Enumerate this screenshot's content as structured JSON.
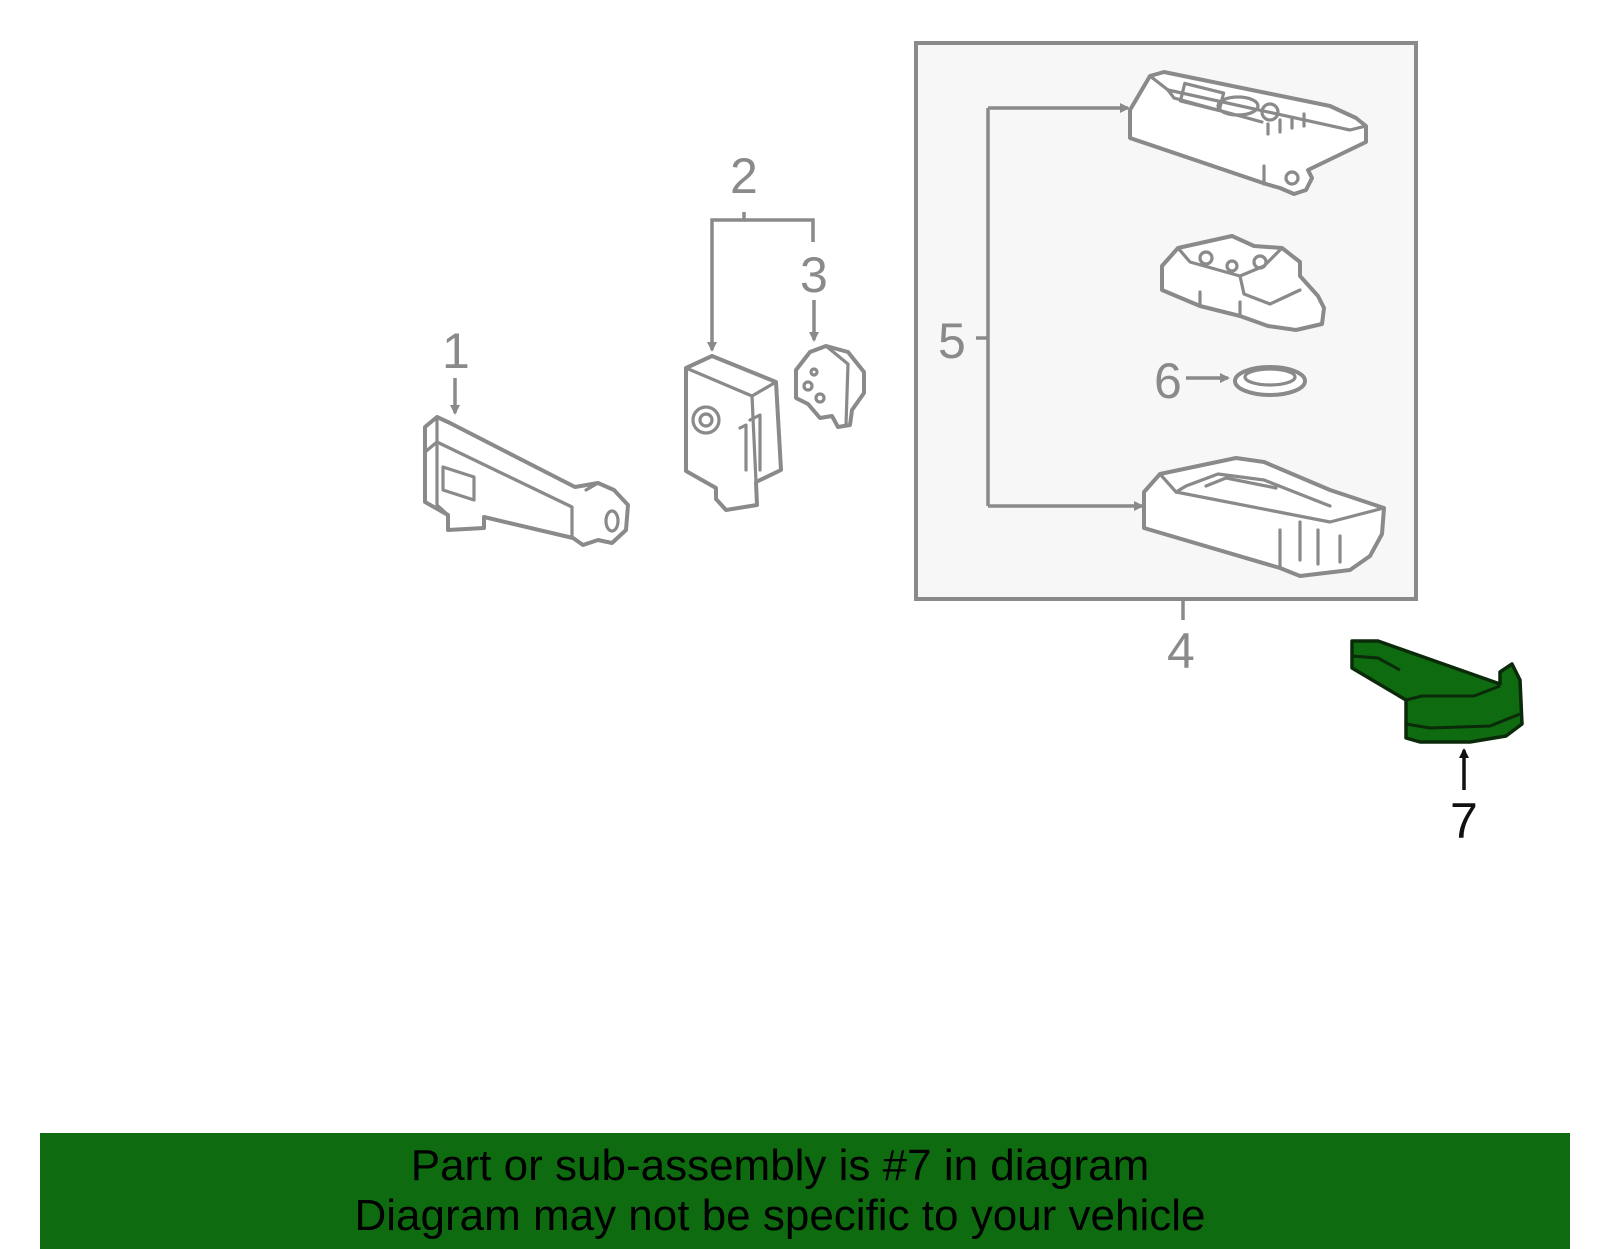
{
  "callouts": {
    "c1": "1",
    "c2": "2",
    "c3": "3",
    "c4": "4",
    "c5": "5",
    "c6": "6",
    "c7": "7"
  },
  "highlight_part": "7",
  "colors": {
    "line_gray": "#8a8a8a",
    "highlight_green": "#0f6b0f",
    "banner_green": "#0f6b0f",
    "box_fill": "#f7f7f7"
  },
  "banner": {
    "line1": "Part or sub-assembly is #7 in diagram",
    "line2": "Diagram may not be specific to your vehicle"
  }
}
